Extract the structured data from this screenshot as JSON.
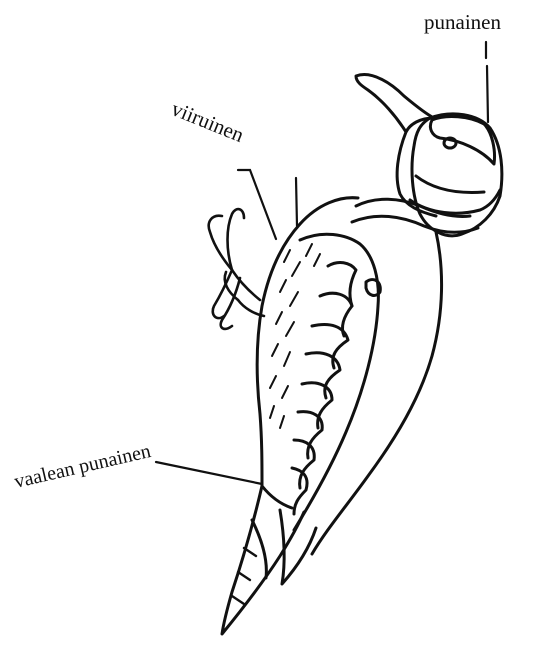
{
  "labels": {
    "top_right": "punainen",
    "upper_left": "viiruinen",
    "lower_left": "vaalean punainen"
  },
  "colors": {
    "ink": "#111111",
    "background": "#ffffff"
  }
}
